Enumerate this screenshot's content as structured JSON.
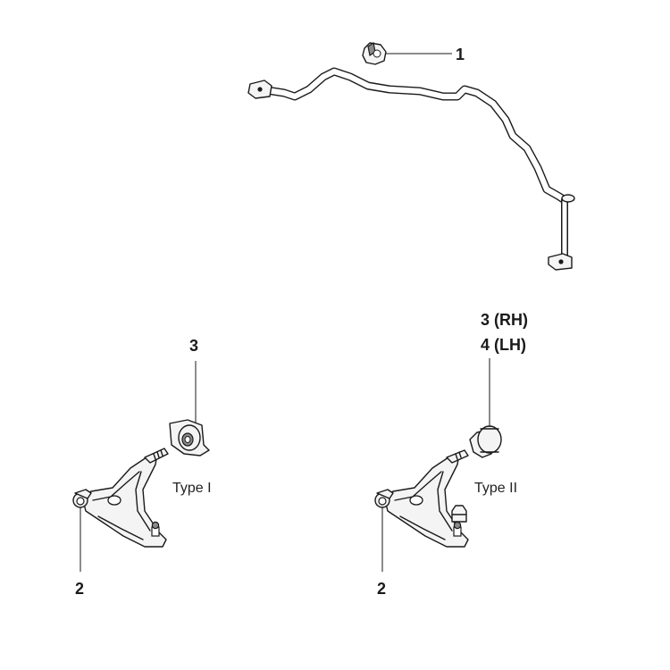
{
  "callouts": {
    "stabilizer_bushing": "1",
    "arm_left_front_bushing": "2",
    "arm_left_rear_bushing": "3",
    "arm_right_front_bushing": "2",
    "arm_right_rear_bushing_rh": "3 (RH)",
    "arm_right_rear_bushing_lh": "4 (LH)"
  },
  "types": {
    "type_one": "Type I",
    "type_two": "Type II"
  },
  "colors": {
    "line": "#1a1a1a",
    "background": "#ffffff"
  }
}
